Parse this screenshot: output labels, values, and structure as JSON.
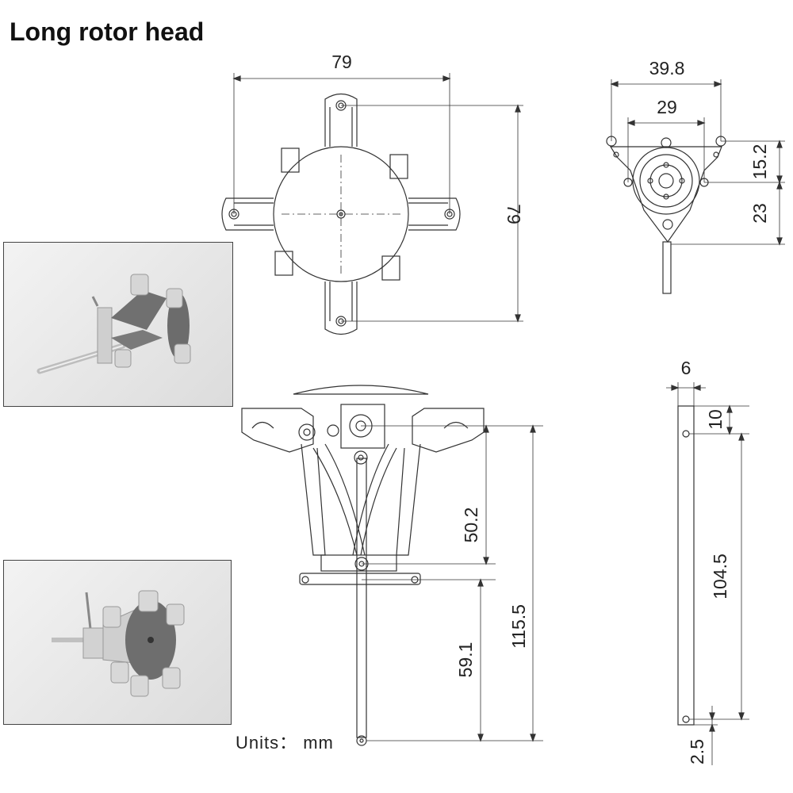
{
  "title": "Long rotor head",
  "units_label": "Units：  mm",
  "dimensions": {
    "top_view_width": "79",
    "top_view_height": "79",
    "front_outer_width": "39.8",
    "front_inner_width": "29",
    "front_upper_height": "15.2",
    "front_lower_height": "23",
    "side_upper": "50.2",
    "side_total": "115.5",
    "side_lower": "59.1",
    "rod_width": "6",
    "rod_top": "10",
    "rod_length": "104.5",
    "rod_bottom": "2.5"
  },
  "colors": {
    "line": "#333333",
    "photo_bg": "#e8e8e8",
    "metal": "#c8c8c8",
    "plastic": "#777777"
  }
}
